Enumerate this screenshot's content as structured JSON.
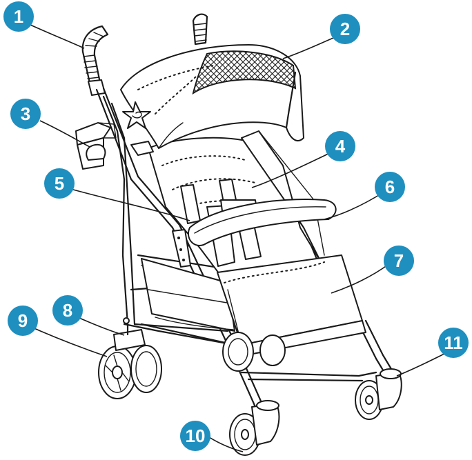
{
  "colors": {
    "badge": "#1e8fbf",
    "badge_text": "#ffffff",
    "line": "#1a1a1a"
  },
  "callouts": [
    {
      "id": "c1",
      "label": "1"
    },
    {
      "id": "c2",
      "label": "2"
    },
    {
      "id": "c3",
      "label": "3"
    },
    {
      "id": "c4",
      "label": "4"
    },
    {
      "id": "c5",
      "label": "5"
    },
    {
      "id": "c6",
      "label": "6"
    },
    {
      "id": "c7",
      "label": "7"
    },
    {
      "id": "c8",
      "label": "8"
    },
    {
      "id": "c9",
      "label": "9"
    },
    {
      "id": "c10",
      "label": "10"
    },
    {
      "id": "c11",
      "label": "11"
    }
  ]
}
